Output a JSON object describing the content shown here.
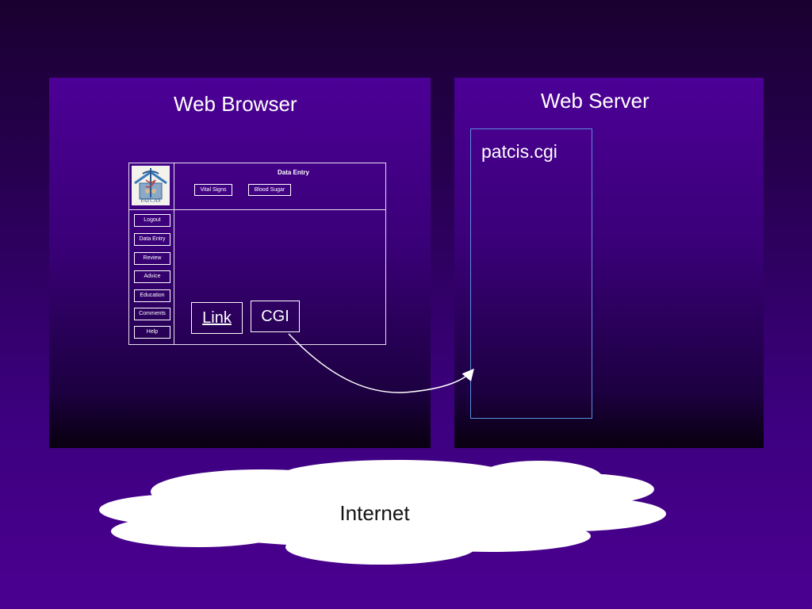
{
  "browser": {
    "title": "Web Browser",
    "header_title": "Data Entry",
    "header_buttons": [
      "Vital Signs",
      "Blood Sugar"
    ],
    "nav_items": [
      "Logout",
      "Data Entry",
      "Review",
      "Advice",
      "Education",
      "Comments",
      "Help"
    ],
    "link_label": "Link",
    "cgi_label": "CGI",
    "logo_text": "PATCAS"
  },
  "server": {
    "title": "Web Server",
    "script_name": "patcis.cgi"
  },
  "network": {
    "label": "Internet"
  },
  "colors": {
    "panel": "#4c0096",
    "background": "#4b0090",
    "script_border": "#5a8fe0",
    "cloud": "#ffffff"
  }
}
